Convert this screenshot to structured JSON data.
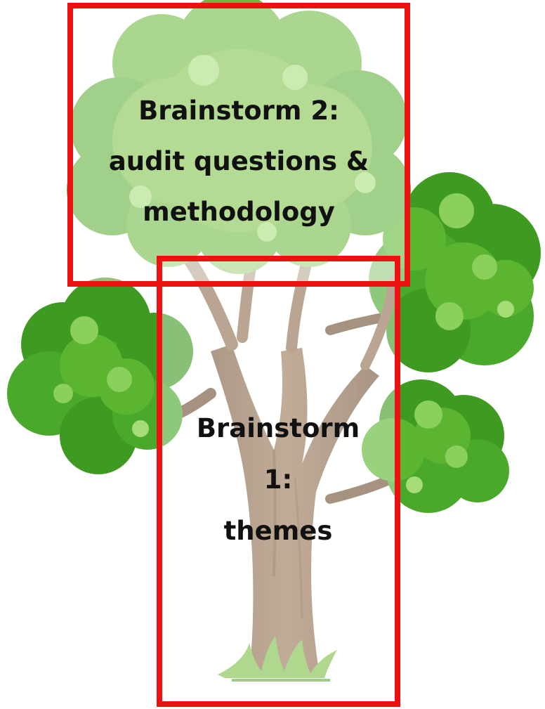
{
  "boxes": {
    "top": {
      "line1": "Brainstorm 2:",
      "line2": "audit questions &",
      "line3": "methodology"
    },
    "bottom": {
      "line1": "Brainstorm",
      "line2": "1:",
      "line3": "themes"
    }
  },
  "colors": {
    "frame": "#ee1111",
    "foliage_dark": "#3f9a22",
    "foliage_mid": "#5cb531",
    "foliage_light": "#8ad05a",
    "trunk": "#8e6f4e",
    "grass": "#7fc04a"
  }
}
